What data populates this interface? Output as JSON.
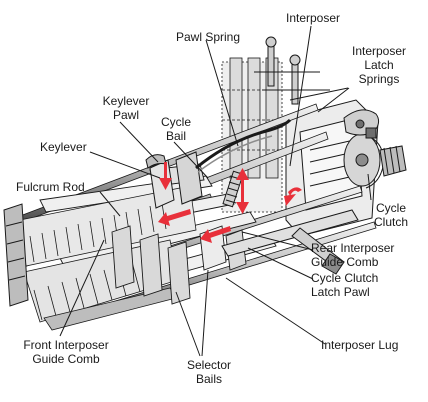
{
  "figure": {
    "labels": {
      "interposer": "Interposer",
      "pawl_spring": "Pawl Spring",
      "interposer_latch_springs": [
        "Interposer",
        "Latch",
        "Springs"
      ],
      "keylever_pawl": [
        "Keylever",
        "Pawl"
      ],
      "cycle_bail": [
        "Cycle",
        "Bail"
      ],
      "keylever": "Keylever",
      "fulcrum_rod": "Fulcrum Rod",
      "cycle_clutch": [
        "Cycle",
        "Clutch"
      ],
      "rear_interposer_guide_comb": [
        "Rear Interposer",
        "Guide Comb"
      ],
      "cycle_clutch_latch_pawl": [
        "Cycle Clutch",
        "Latch Pawl"
      ],
      "front_interposer_guide_comb": [
        "Front Interposer",
        "Guide Comb"
      ],
      "interposer_lug": "Interposer Lug",
      "selector_bails": [
        "Selector",
        "Bails"
      ]
    },
    "colors": {
      "ink": "#1a1a1a",
      "metal": "#d9d9d9",
      "metal_dark": "#8c8c8c",
      "arrow": "#e8303a"
    }
  }
}
